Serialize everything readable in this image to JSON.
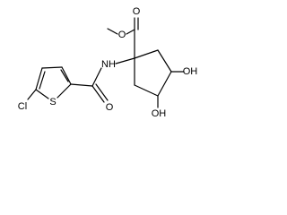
{
  "molecule": {
    "atoms": {
      "ester_o_top": "O",
      "methyl_o": "O",
      "nh": "NH",
      "amide_o": "O",
      "sulfur": "S",
      "chlorine": "Cl",
      "oh_upper": "OH",
      "oh_lower": "OH"
    }
  },
  "colors": {
    "bond": "#000000",
    "label": "#000000",
    "background": "#ffffff"
  }
}
